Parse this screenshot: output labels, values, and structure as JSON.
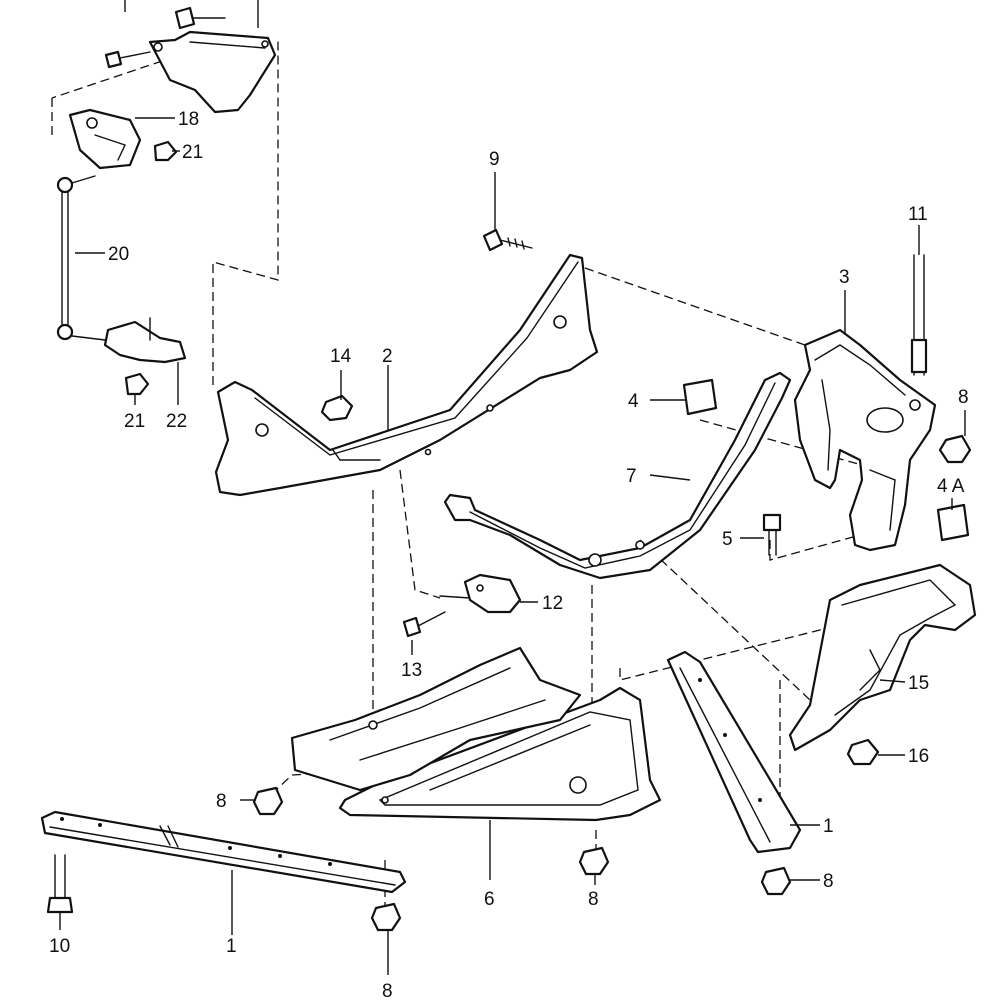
{
  "callouts": {
    "c1a": "1",
    "c1b": "1",
    "c2": "2",
    "c3": "3",
    "c4": "4",
    "c4a": "4 A",
    "c5": "5",
    "c6": "6",
    "c7": "7",
    "c8a": "8",
    "c8b": "8",
    "c8c": "8",
    "c8d": "8",
    "c8e": "8",
    "c9": "9",
    "c10": "10",
    "c11": "11",
    "c12": "12",
    "c13": "13",
    "c14": "14",
    "c15": "15",
    "c16": "16",
    "c18": "18",
    "c20": "20",
    "c21a": "21",
    "c21b": "21",
    "c22": "22"
  },
  "colors": {
    "line": "#111111",
    "paper": "#ffffff"
  }
}
